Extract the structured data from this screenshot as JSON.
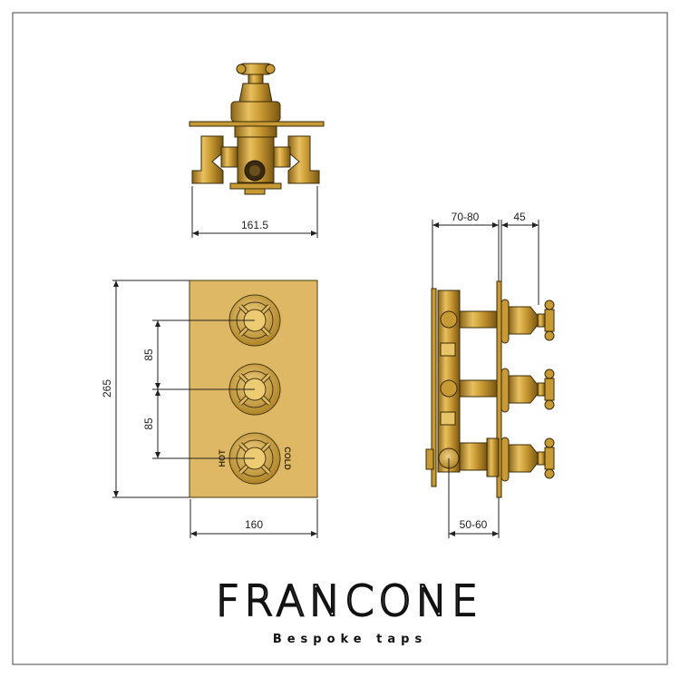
{
  "drawing": {
    "top_view": {
      "width_label": "161.5"
    },
    "front_view": {
      "height_label": "265",
      "spacing_upper_label": "85",
      "spacing_lower_label": "85",
      "width_label": "160",
      "hot_label": "HOT",
      "cold_label": "COLD"
    },
    "side_view": {
      "depth_label": "70-80",
      "projection_label": "45",
      "outlet_label": "50-60"
    }
  },
  "brand": {
    "name": "FRANCONE",
    "tagline": "Bespoke taps"
  },
  "colors": {
    "brass": "#c9a040",
    "plate": "#dfb866",
    "outline": "#3a2a08"
  }
}
